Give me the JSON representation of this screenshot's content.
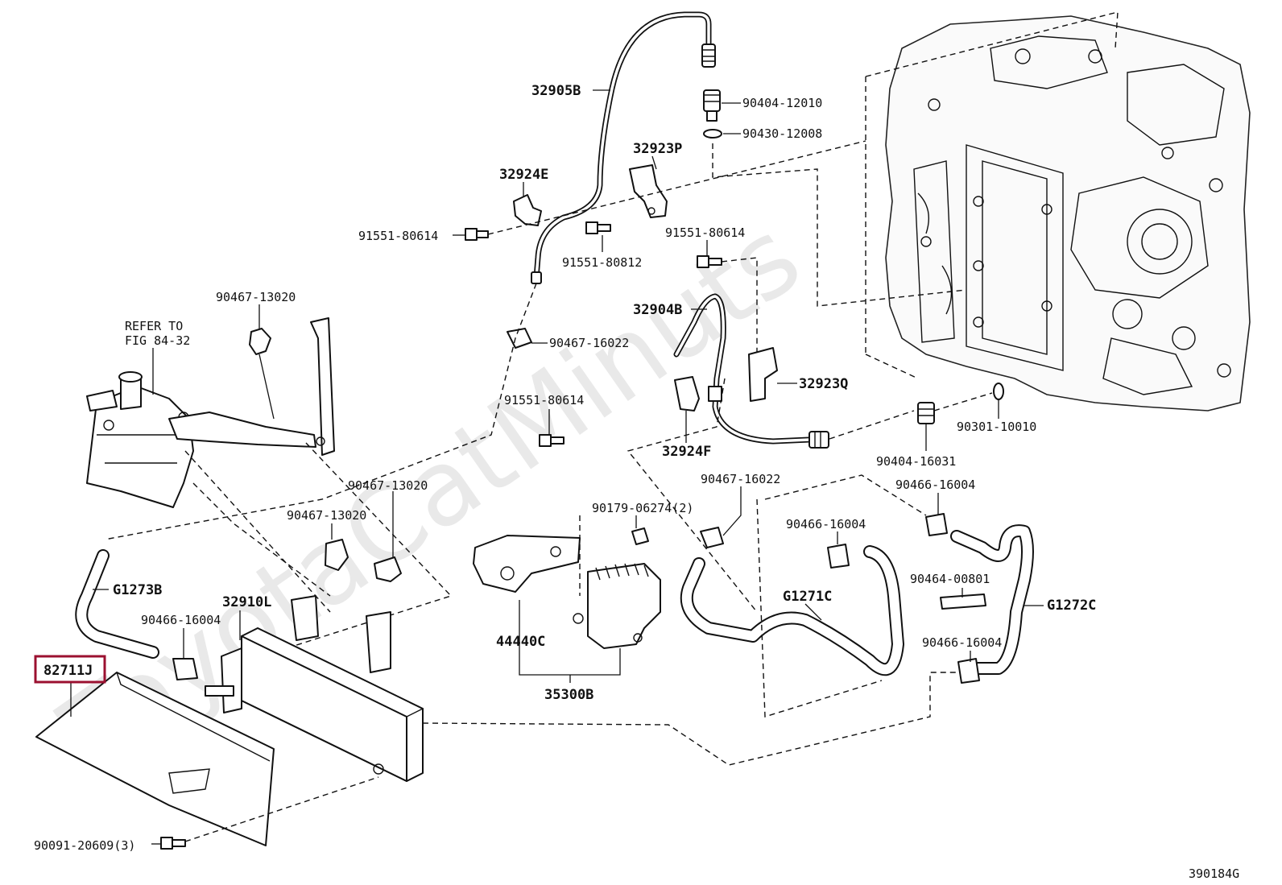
{
  "watermark": "ToyotaCatMinuts",
  "highlight_color": "#9b1030",
  "note": {
    "line1": "REFER TO",
    "line2": "FIG 84-32"
  },
  "figure_code": "390184G",
  "labels": {
    "p32905B": "32905B",
    "p90404_12010": "90404-12010",
    "p90430_12008": "90430-12008",
    "p32923P": "32923P",
    "p32924E": "32924E",
    "p91551_80614_a": "91551-80614",
    "p91551_80812": "91551-80812",
    "p91551_80614_b": "91551-80614",
    "p32904B": "32904B",
    "p90467_13020_a": "90467-13020",
    "p90467_16022_a": "90467-16022",
    "p32923Q": "32923Q",
    "p91551_80614_c": "91551-80614",
    "p32924F": "32924F",
    "p90404_16031": "90404-16031",
    "p90301_10010": "90301-10010",
    "p90467_13020_b": "90467-13020",
    "p90467_13020_c": "90467-13020",
    "p90179_06274": "90179-06274(2)",
    "p90467_16022_b": "90467-16022",
    "p90466_16004_a": "90466-16004",
    "p90466_16004_b": "90466-16004",
    "p90464_00801": "90464-00801",
    "pG1273B": "G1273B",
    "p32910L": "32910L",
    "p90466_16004_c": "90466-16004",
    "p44440C": "44440C",
    "pG1271C": "G1271C",
    "pG1272C": "G1272C",
    "p90466_16004_d": "90466-16004",
    "p82711J": "82711J",
    "p35300B": "35300B",
    "p90091_20609": "90091-20609(3)"
  }
}
